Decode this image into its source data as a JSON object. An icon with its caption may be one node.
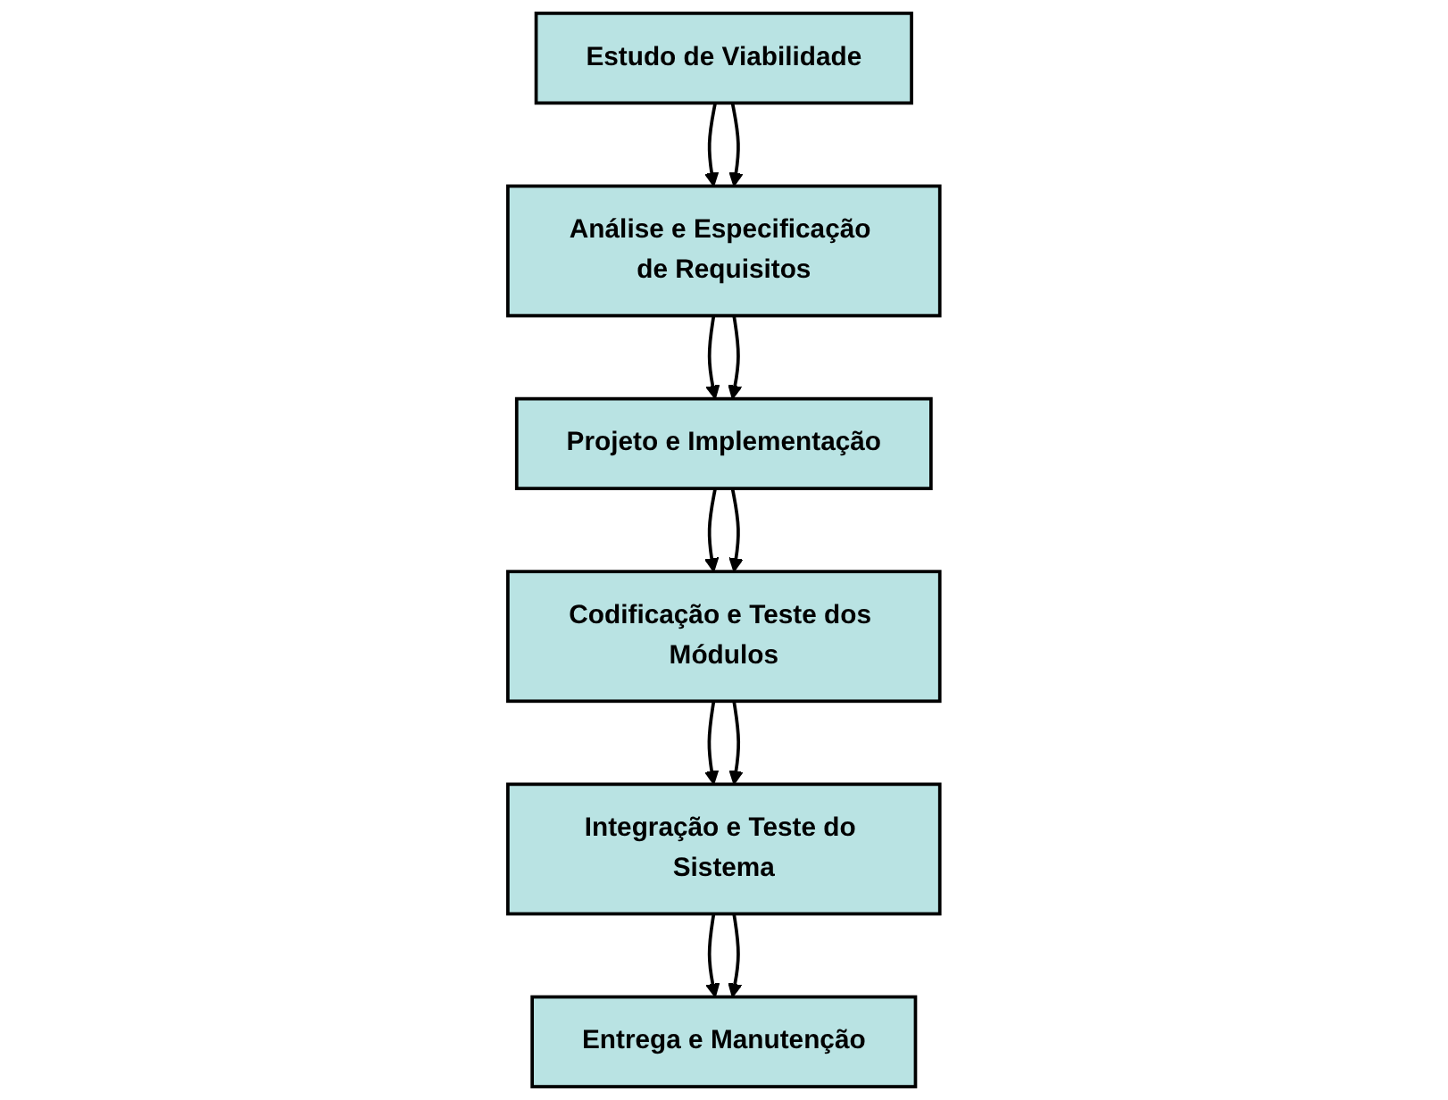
{
  "diagram": {
    "nodes": [
      {
        "text": [
          "Estudo de Viabilidade"
        ]
      },
      {
        "text": [
          "Análise e Especificação de Requisitos"
        ]
      },
      {
        "text": [
          "Projeto e Implementação"
        ]
      },
      {
        "text": [
          "Codificação e Teste dos Módulos"
        ]
      },
      {
        "text": [
          "Integração e Teste do Sistema"
        ]
      },
      {
        "text": [
          "Entrega e Manutenção"
        ]
      }
    ],
    "edges": [
      {
        "from": 0,
        "to": 1,
        "arrow": "to"
      },
      {
        "from": 0,
        "to": 1,
        "arrow": "to"
      },
      {
        "from": 1,
        "to": 2,
        "arrow": "to"
      },
      {
        "from": 1,
        "to": 2,
        "arrow": "to"
      },
      {
        "from": 2,
        "to": 3,
        "arrow": "to"
      },
      {
        "from": 2,
        "to": 3,
        "arrow": "to"
      },
      {
        "from": 3,
        "to": 4,
        "arrow": "to"
      },
      {
        "from": 3,
        "to": 4,
        "arrow": "to"
      },
      {
        "from": 4,
        "to": 5,
        "arrow": "to"
      },
      {
        "from": 4,
        "to": 5,
        "arrow": "to"
      }
    ]
  }
}
